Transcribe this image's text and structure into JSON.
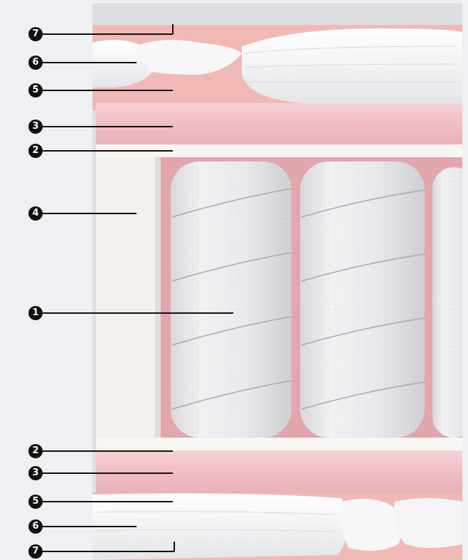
{
  "markers": [
    {
      "label": "7",
      "part": "top"
    },
    {
      "label": "6",
      "part": "top"
    },
    {
      "label": "5",
      "part": "top"
    },
    {
      "label": "3",
      "part": "top"
    },
    {
      "label": "2",
      "part": "top"
    },
    {
      "label": "4",
      "part": "side"
    },
    {
      "label": "1",
      "part": "springs"
    },
    {
      "label": "2",
      "part": "bottom"
    },
    {
      "label": "3",
      "part": "bottom"
    },
    {
      "label": "5",
      "part": "bottom"
    },
    {
      "label": "6",
      "part": "bottom"
    },
    {
      "label": "7",
      "part": "bottom"
    }
  ],
  "colors": {
    "page_background": "#eef0f3",
    "photo_background": "#dcdee2",
    "marker_fill": "#111111",
    "foam_pink": "#f2c2c8",
    "quilt_white": "#f4f4f6",
    "spring_fabric": "#ededf0",
    "side_panel": "#f3f0ec"
  }
}
